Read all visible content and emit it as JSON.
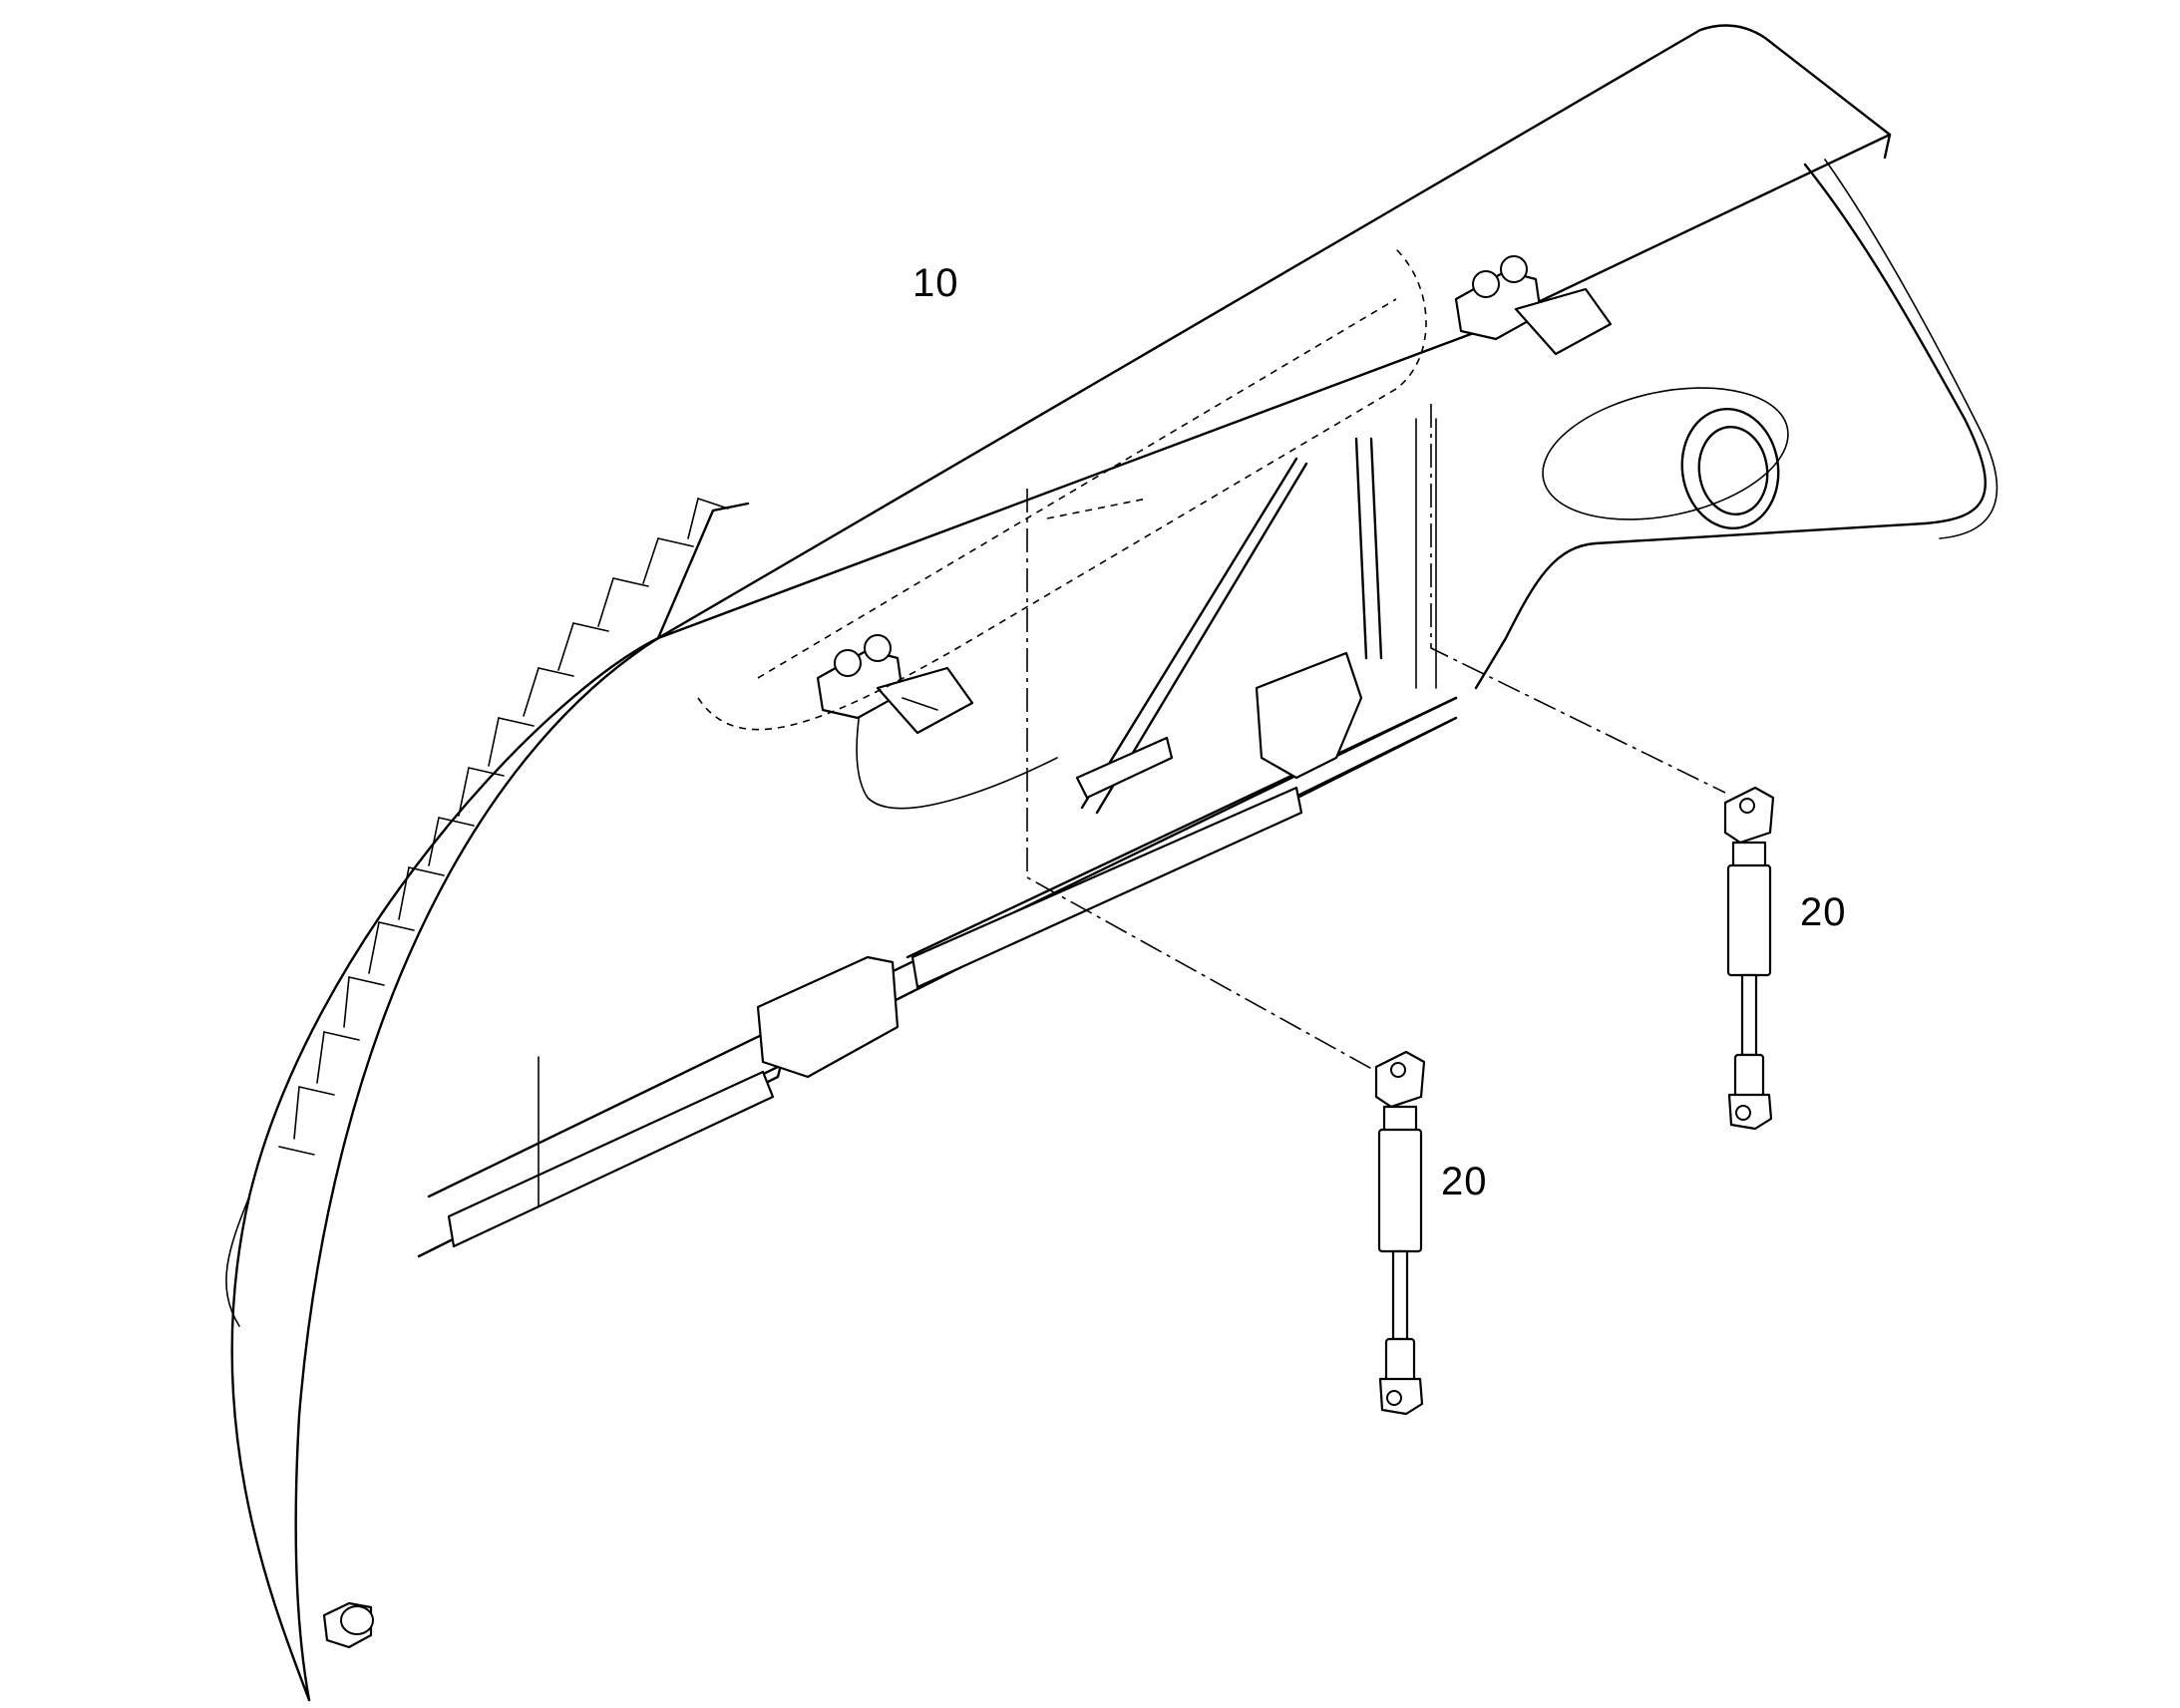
{
  "callouts": [
    {
      "id": "hood",
      "label": "10"
    },
    {
      "id": "gas-strut-right",
      "label": "20"
    },
    {
      "id": "gas-strut-left",
      "label": "20"
    }
  ],
  "colors": {
    "line": "#000000",
    "background": "#ffffff"
  }
}
